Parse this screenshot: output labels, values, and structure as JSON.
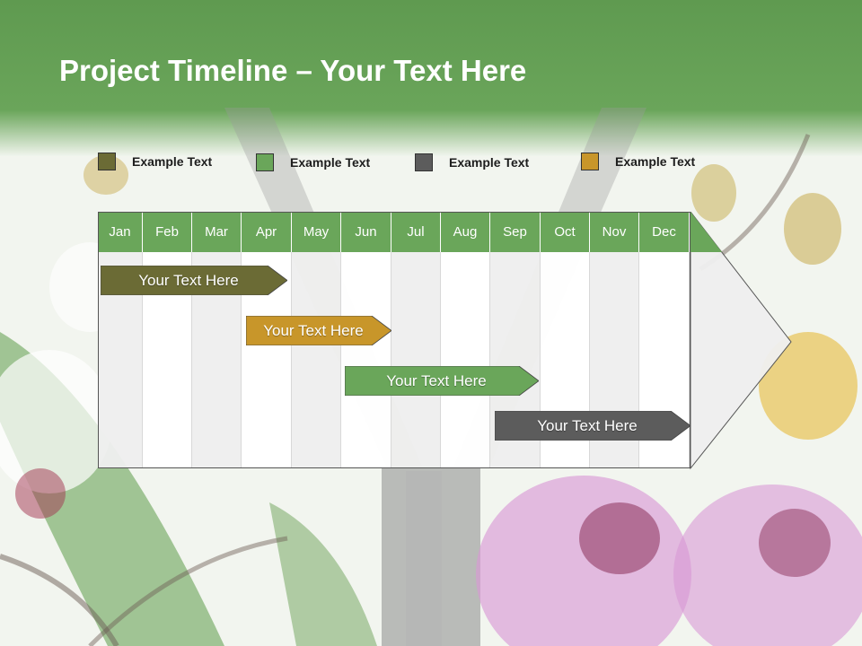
{
  "slide": {
    "title_bold": "Project Timeline",
    "title_rest": " – Your Text Here"
  },
  "legend": [
    {
      "label": "Example Text",
      "color": "#6b6b35"
    },
    {
      "label": "Example Text",
      "color": "#6aa65a"
    },
    {
      "label": "Example Text",
      "color": "#5c5c5c"
    },
    {
      "label": "Example Text",
      "color": "#c8962a"
    }
  ],
  "timeline": {
    "months": [
      "Jan",
      "Feb",
      "Mar",
      "Apr",
      "May",
      "Jun",
      "Jul",
      "Aug",
      "Sep",
      "Oct",
      "Nov",
      "Dec"
    ],
    "header_color": "#6aa65a",
    "tasks": [
      {
        "label": "Your  Text Here",
        "color": "#6b6b35",
        "start_month": "Jan",
        "end_month": "Apr"
      },
      {
        "label": "Your  Text Here",
        "color": "#c8962a",
        "start_month": "Apr",
        "end_month": "Jun"
      },
      {
        "label": "Your  Text Here",
        "color": "#6aa65a",
        "start_month": "Jun",
        "end_month": "Sep"
      },
      {
        "label": "Your  Text Here",
        "color": "#5c5c5c",
        "start_month": "Sep",
        "end_month": "Dec"
      }
    ]
  }
}
